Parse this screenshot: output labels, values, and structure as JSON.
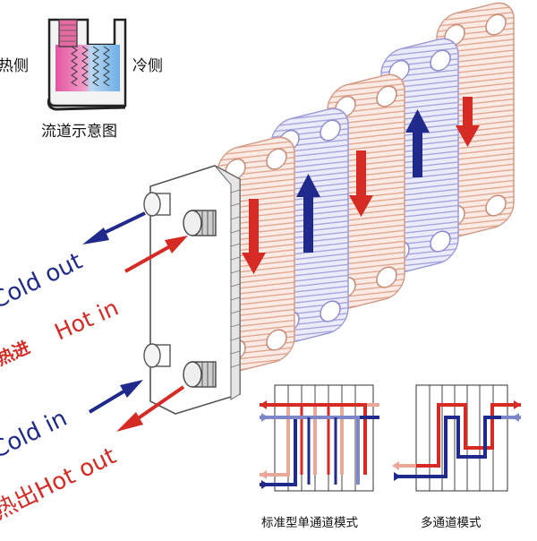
{
  "inset": {
    "hot_side": "热侧",
    "cold_side": "冷侧",
    "caption": "流道示意图"
  },
  "labels": {
    "cold_out": "Cold out",
    "hot_in": "Hot in",
    "hot_in_cn": "热进",
    "cold_in": "Cold in",
    "hot_out": "热出Hot out"
  },
  "modes": {
    "single_pass": "标准型单通道模式",
    "multi_pass": "多通道模式"
  },
  "colors": {
    "hot": "#d62a24",
    "cold": "#1f2a8c",
    "hot_plate": "#e9b9a6",
    "cold_plate": "#b9b8e8",
    "inset_hot": "#e56aa0",
    "inset_cold": "#7fb6e6"
  }
}
